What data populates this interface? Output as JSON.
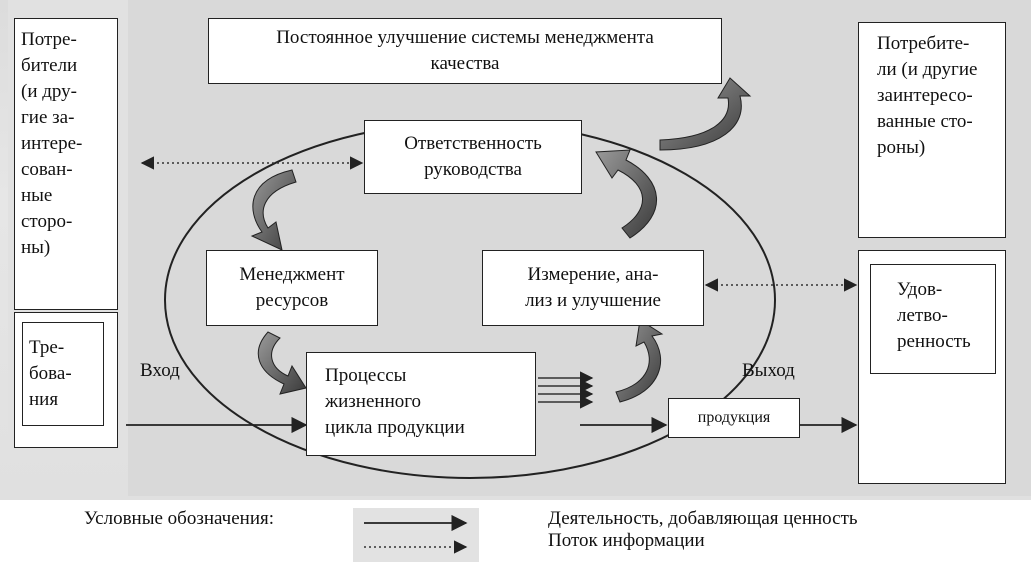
{
  "diagram": {
    "title_box": {
      "line1": "Постоянное улучшение системы менеджмента",
      "line2": "качества"
    },
    "left_customers": {
      "lines": [
        "Потре-",
        "бители",
        "(и дру-",
        "гие за-",
        "интере-",
        "сован-",
        "ные",
        "сторо-",
        "ны)"
      ]
    },
    "left_requirements": {
      "lines": [
        "Тре-",
        "бова-",
        "ния"
      ]
    },
    "right_customers": {
      "lines": [
        "Потребите-",
        "ли (и другие",
        "заинтересо-",
        "ванные сто-",
        "роны)"
      ]
    },
    "right_satisfaction": {
      "lines": [
        "Удов-",
        "летво-",
        "ренность"
      ]
    },
    "management_responsibility": {
      "lines": [
        "Ответственность",
        "руководства"
      ]
    },
    "resource_management": {
      "lines": [
        "Менеджмент",
        "ресурсов"
      ]
    },
    "measurement": {
      "lines": [
        "Измерение, ана-",
        "лиз и улучшение"
      ]
    },
    "product_realization": {
      "lines": [
        "Процессы",
        "жизненного",
        "цикла продукции"
      ]
    },
    "product_box": {
      "label": "продукция"
    },
    "input_label": "Вход",
    "output_label": "Выход"
  },
  "legend": {
    "title": "Условные обозначения:",
    "items": [
      {
        "style": "solid-arrow",
        "label": "Деятельность, добавляющая ценность"
      },
      {
        "style": "dotted-arrow",
        "label": "Поток информации"
      }
    ]
  }
}
